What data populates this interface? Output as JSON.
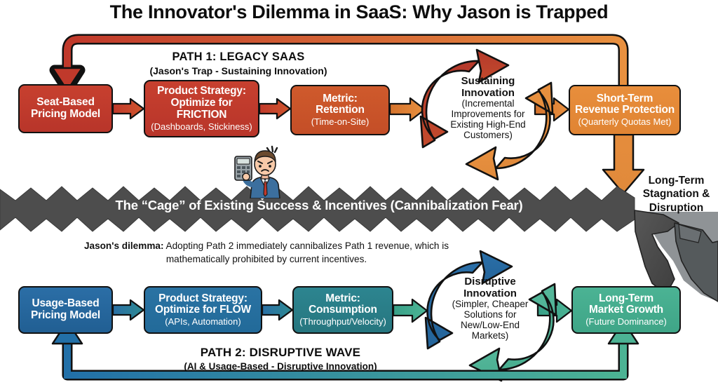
{
  "title": "The Innovator's Dilemma in SaaS: Why Jason is Trapped",
  "path1": {
    "heading": "PATH 1: LEGACY SAAS",
    "subheading": "(Jason's Trap - Sustaining Innovation)",
    "color": "#c0392b",
    "nodes": [
      {
        "line1": "Seat-Based",
        "line2": "Pricing Model",
        "note": ""
      },
      {
        "line1": "Product Strategy:",
        "line2": "Optimize for",
        "line3": "FRICTION",
        "note": "(Dashboards, Stickiness)"
      },
      {
        "line1": "Metric:",
        "line2": "Retention",
        "note": "(Time-on-Site)"
      },
      {
        "line1": "Short-Term",
        "line2": "Revenue Protection",
        "note": "(Quarterly Quotas Met)"
      }
    ],
    "cycle": {
      "line1": "Sustaining",
      "line2": "Innovation",
      "note1": "(Incremental",
      "note2": "Improvements for",
      "note3": "Existing High-End",
      "note4": "Customers)"
    }
  },
  "cage": {
    "label": "The “Cage” of Existing Success & Incentives (Cannibalization Fear)",
    "color": "#4d4d4d"
  },
  "cliff": {
    "line1": "Long-Term",
    "line2": "Stagnation &",
    "line3": "Disruption"
  },
  "dilemma": {
    "lead": "Jason's dilemma:",
    "body": " Adopting Path 2 immediately cannibalizes Path 1 revenue, which is mathematically prohibited by current incentives."
  },
  "path2": {
    "heading": "PATH 2: DISRUPTIVE WAVE",
    "subheading": "(AI & Usage-Based - Disruptive Innovation)",
    "color": "#2980b9",
    "nodes": [
      {
        "line1": "Usage-Based",
        "line2": "Pricing Model",
        "note": ""
      },
      {
        "line1": "Product Strategy:",
        "line2": "Optimize for FLOW",
        "note": "(APIs, Automation)"
      },
      {
        "line1": "Metric:",
        "line2": "Consumption",
        "note": "(Throughput/Velocity)"
      },
      {
        "line1": "Long-Term",
        "line2": "Market Growth",
        "note": "(Future Dominance)"
      }
    ],
    "cycle": {
      "line1": "Disruptive",
      "line2": "Innovation",
      "note1": "(Simpler, Cheaper",
      "note2": "Solutions for",
      "note3": "New/Low-End",
      "note4": "Markets)"
    }
  },
  "illustration": {
    "name": "frustrated-businessman-with-calculator"
  }
}
